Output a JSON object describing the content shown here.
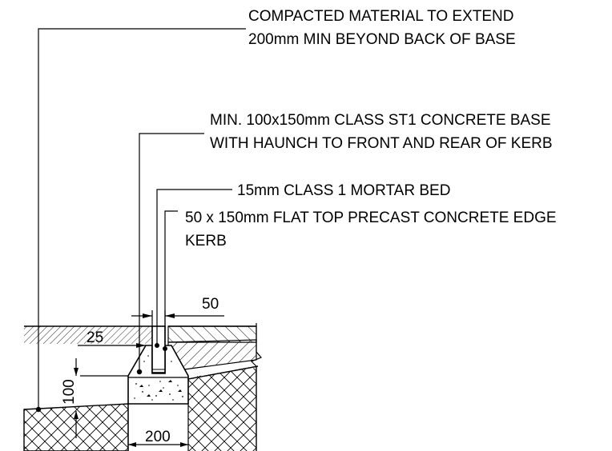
{
  "annotations": {
    "compacted_line1": "COMPACTED MATERIAL TO EXTEND",
    "compacted_line2": "200mm MIN BEYOND BACK OF BASE",
    "base_line1": "MIN. 100x150mm CLASS ST1 CONCRETE BASE",
    "base_line2": "WITH HAUNCH TO FRONT AND REAR OF KERB",
    "mortar": "15mm CLASS 1 MORTAR BED",
    "kerb_line1": "50 x 150mm FLAT TOP PRECAST CONCRETE EDGE",
    "kerb_line2": "KERB"
  },
  "dimensions": {
    "kerb_width": "50",
    "haunch": "25",
    "base_depth": "100",
    "base_width": "200"
  },
  "colors": {
    "ink": "#000000",
    "background": "#ffffff"
  }
}
